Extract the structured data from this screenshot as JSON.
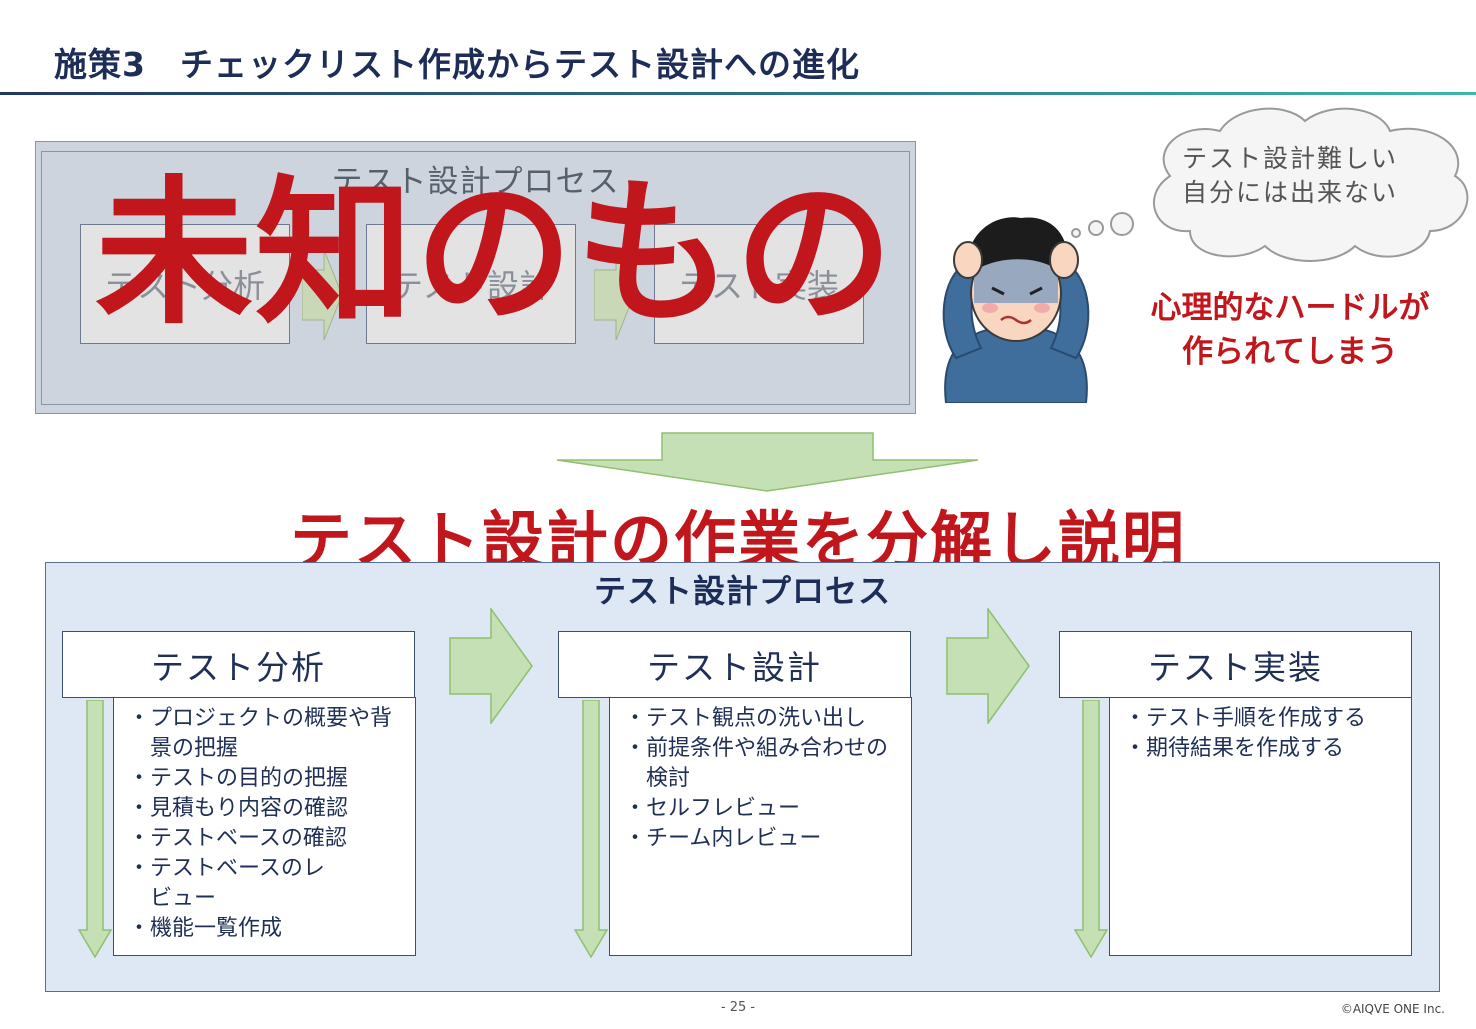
{
  "slide": {
    "title": "施策3　チェックリスト作成からテスト設計への進化",
    "page_number": "- 25 -",
    "copyright": "©AIQVE ONE Inc."
  },
  "top_process": {
    "title": "テスト設計プロセス",
    "steps": [
      "テスト分析",
      "テスト設計",
      "テスト実装"
    ],
    "overlay_text": "未知のもの"
  },
  "thought_bubble": {
    "line1": "テスト設計難しい",
    "line2": "自分には出来ない"
  },
  "hurdle": {
    "line1": "心理的なハードルが",
    "line2": "作られてしまう"
  },
  "headline": "テスト設計の作業を分解し説明",
  "bottom_process": {
    "title": "テスト設計プロセス",
    "steps": [
      {
        "label": "テスト分析",
        "items": [
          "プロジェクトの概要や背景の把握",
          "テストの目的の把握",
          "見積もり内容の確認",
          "テストベースの確認",
          "テストベースのレビュー",
          "機能一覧作成"
        ]
      },
      {
        "label": "テスト設計",
        "items": [
          "テスト観点の洗い出し",
          "前提条件や組み合わせの検討",
          "セルフレビュー",
          "チーム内レビュー"
        ]
      },
      {
        "label": "テスト実装",
        "items": [
          "テスト手順を作成する",
          "期待結果を作成する"
        ]
      }
    ]
  },
  "colors": {
    "title_navy": "#1d2d57",
    "accent_red": "#c0161c",
    "arrow_green": "#c5e0b4",
    "arrow_green_border": "#8fbf6f",
    "process_bg": "#dde8f4"
  }
}
